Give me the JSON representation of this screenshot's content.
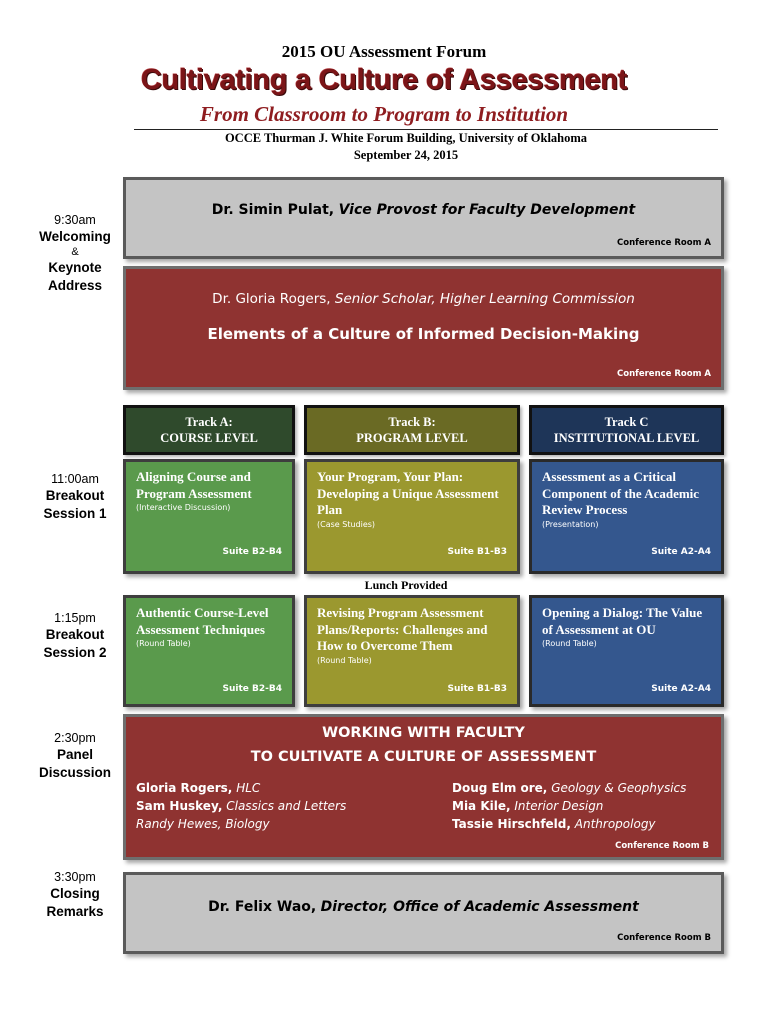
{
  "header": {
    "forum": "2015 OU Assessment Forum",
    "title": "Cultivating a Culture of Assessment",
    "subtitle": "From Classroom to Program to Institution",
    "venue": "OCCE Thurman J. White Forum Building, University of Oklahoma",
    "date": "September 24, 2015"
  },
  "times": {
    "welcome": {
      "time": "9:30am",
      "label1": "Welcoming",
      "amp": "&",
      "label2": "Keynote",
      "label3": "Address"
    },
    "breakout1": {
      "time": "11:00am",
      "label1": "Breakout",
      "label2": "Session 1"
    },
    "breakout2": {
      "time": "1:15pm",
      "label1": "Breakout",
      "label2": "Session 2"
    },
    "panel": {
      "time": "2:30pm",
      "label1": "Panel",
      "label2": "Discussion"
    },
    "closing": {
      "time": "3:30pm",
      "label1": "Closing",
      "label2": "Remarks"
    }
  },
  "welcome_box": {
    "name": "Dr. Simin Pulat,",
    "role": "Vice Provost for Faculty Development",
    "room": "Conference Room A"
  },
  "keynote_box": {
    "name": "Dr. Gloria Rogers,",
    "role": "Senior Scholar, Higher Learning Commission",
    "talk": "Elements of a Culture of Informed Decision-Making",
    "room": "Conference Room A"
  },
  "tracks": [
    {
      "line1": "Track A:",
      "line2": "COURSE LEVEL",
      "color": "#2f4a2c"
    },
    {
      "line1": "Track B:",
      "line2": "PROGRAM LEVEL",
      "color": "#6a6a24"
    },
    {
      "line1": "Track C",
      "line2": "INSTITUTIONAL LEVEL",
      "color": "#1e3558"
    }
  ],
  "session1": [
    {
      "title": "Aligning Course and Program Assessment",
      "format": "(Interactive Discussion)",
      "room": "Suite B2-B4"
    },
    {
      "title": "Your Program, Your Plan: Developing a Unique Assessment Plan",
      "format": "(Case Studies)",
      "room": "Suite B1-B3"
    },
    {
      "title": "Assessment as a Critical Component of the Academic Review Process",
      "format": "(Presentation)",
      "room": "Suite A2-A4"
    }
  ],
  "lunch": "Lunch Provided",
  "session2": [
    {
      "title": "Authentic Course-Level Assessment Techniques",
      "format": "(Round Table)",
      "room": "Suite B2-B4"
    },
    {
      "title": "Revising Program Assessment Plans/Reports: Challenges and How to Overcome Them",
      "format": "(Round Table)",
      "room": "Suite B1-B3"
    },
    {
      "title": "Opening a Dialog: The Value of Assessment at OU",
      "format": "(Round Table)",
      "room": "Suite A2-A4"
    }
  ],
  "panel_box": {
    "title1": "WORKING WITH FACULTY",
    "title2": "TO CULTIVATE A CULTURE OF ASSESSMENT",
    "panelists_left": [
      {
        "name": "Gloria Rogers,",
        "affil": "HLC"
      },
      {
        "name": "Sam Huskey,",
        "affil": "Classics  and Letters"
      },
      {
        "name": "",
        "affil": "Randy Hewes, Biology"
      }
    ],
    "panelists_right": [
      {
        "name": "Doug Elm ore,",
        "affil": "Geology & Geophysics"
      },
      {
        "name": "Mia Kile,",
        "affil": "Interior Design"
      },
      {
        "name": "Tassie Hirschfeld,",
        "affil": "Anthropology"
      }
    ],
    "room": "Conference Room B"
  },
  "closing_box": {
    "name": "Dr. Felix Wao,",
    "role": "Director, Office of Academic Assessment",
    "room": "Conference Room B"
  }
}
